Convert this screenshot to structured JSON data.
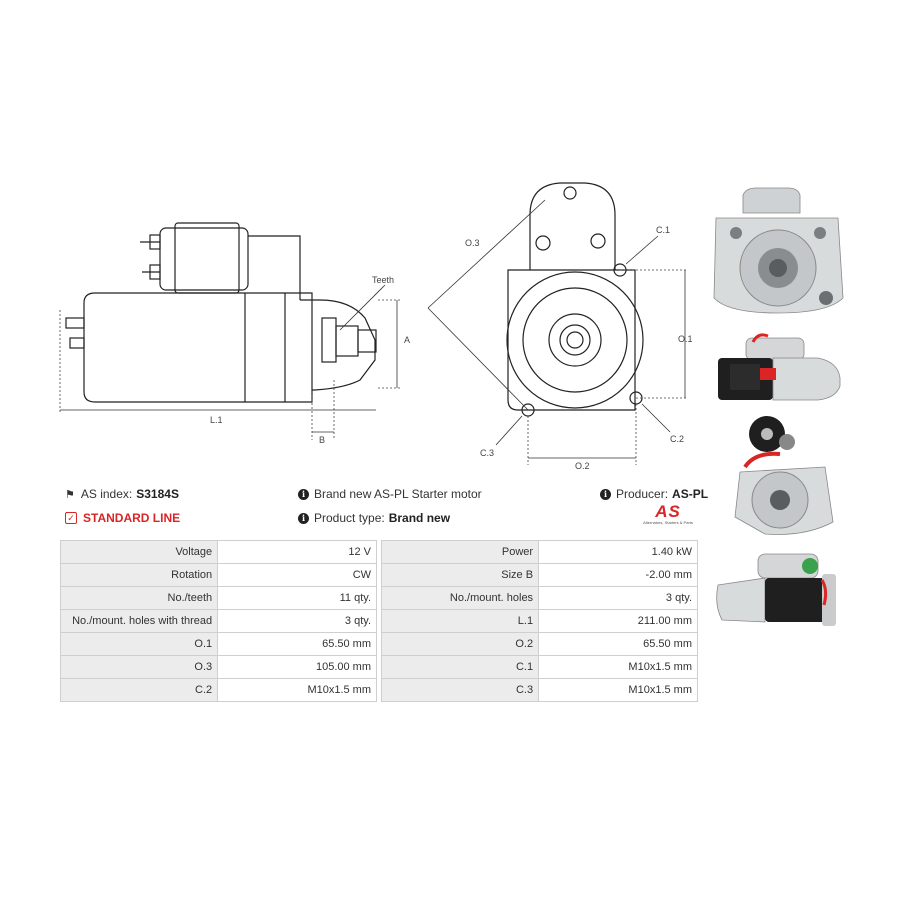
{
  "drawing_labels": {
    "teeth": "Teeth",
    "a": "A",
    "l1": "L.1",
    "b": "B",
    "o3": "O.3",
    "c1": "C.1",
    "o1": "O.1",
    "c2": "C.2",
    "c3": "C.3",
    "o2": "O.2"
  },
  "info": {
    "as_index_label": "AS index:",
    "as_index_value": "S3184S",
    "standard_line": "STANDARD LINE",
    "description": "Brand new AS-PL Starter motor",
    "product_type_label": "Product type:",
    "product_type_value": "Brand new",
    "producer_label": "Producer:",
    "producer_value": "AS-PL",
    "logo_text": "AS",
    "logo_tagline": "Alternators, Starters & Parts"
  },
  "specs": [
    {
      "l1": "Voltage",
      "v1": "12 V",
      "l2": "Power",
      "v2": "1.40 kW"
    },
    {
      "l1": "Rotation",
      "v1": "CW",
      "l2": "Size B",
      "v2": "-2.00 mm"
    },
    {
      "l1": "No./teeth",
      "v1": "11 qty.",
      "l2": "No./mount. holes",
      "v2": "3 qty."
    },
    {
      "l1": "No./mount. holes with thread",
      "v1": "3 qty.",
      "l2": "L.1",
      "v2": "211.00 mm"
    },
    {
      "l1": "O.1",
      "v1": "65.50 mm",
      "l2": "O.2",
      "v2": "65.50 mm"
    },
    {
      "l1": "O.3",
      "v1": "105.00 mm",
      "l2": "C.1",
      "v2": "M10x1.5 mm"
    },
    {
      "l1": "C.2",
      "v1": "M10x1.5 mm",
      "l2": "C.3",
      "v2": "M10x1.5 mm"
    }
  ],
  "colors": {
    "accent_red": "#d92525",
    "label_bg": "#ececec",
    "border": "#cfcfcf"
  }
}
